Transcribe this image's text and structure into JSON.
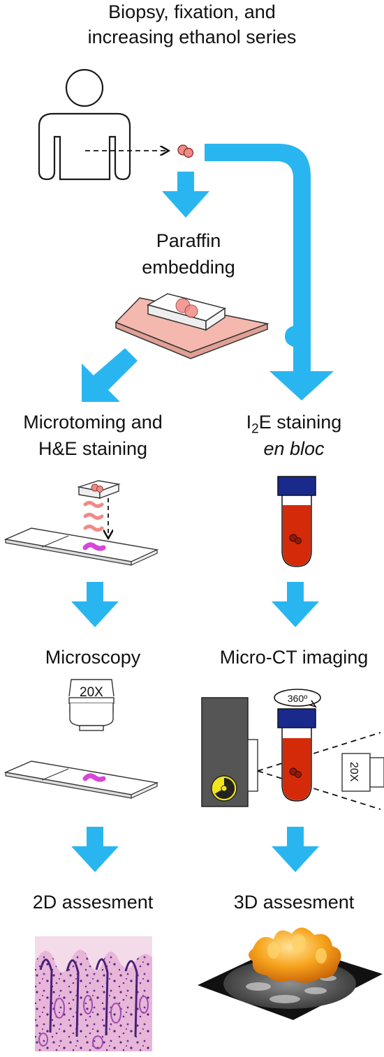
{
  "title": {
    "line1": "Biopsy, fixation, and",
    "line2": "increasing ethanol series"
  },
  "steps": {
    "paraffin": {
      "line1": "Paraffin",
      "line2": "embedding"
    },
    "he": {
      "line1": "Microtoming and",
      "line2": "H&E staining"
    },
    "i2e": {
      "line1_prefix": "I",
      "line1_sub": "2",
      "line1_suffix": "E staining",
      "line2": "en bloc"
    },
    "microscopy": "Microscopy",
    "microct": "Micro-CT imaging",
    "assess2d": "2D assesment",
    "assess3d": "3D assesment"
  },
  "labels": {
    "objective_mag": "20X",
    "rotation": "360º",
    "detector_mag": "20X"
  },
  "colors": {
    "arrow": "#29b6f0",
    "tissue": "#f08a85",
    "he_stain": "#d846d8",
    "iodine": "#d42a0a",
    "cap": "#1a2a8c",
    "xray_body": "#555555",
    "radiation": "#f2e41c",
    "paraffin_base": "#f4b8ae"
  },
  "icons": [
    "person-icon",
    "biopsy-icon",
    "paraffin-block-icon",
    "microtome-slide-icon",
    "staining-tube-icon",
    "microscope-objective-icon",
    "xray-source-icon",
    "radiation-icon",
    "detector-icon",
    "histology-image",
    "3d-render-image"
  ]
}
